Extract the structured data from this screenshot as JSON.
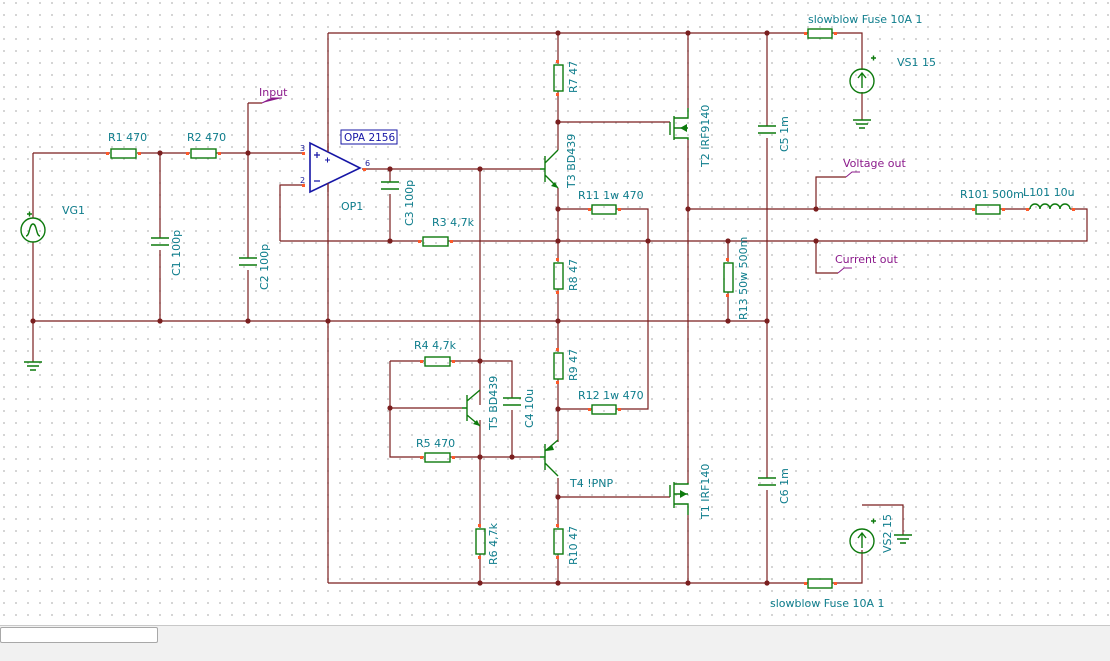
{
  "labels": {
    "vg1": "VG1",
    "r1": "R1 470",
    "r2": "R2 470",
    "c1": "C1 100p",
    "c2": "C2 100p",
    "input": "Input",
    "opa": "OPA 2156",
    "op1": "OP1",
    "pin3": "3",
    "pin2": "2",
    "pin6": "6",
    "c3": "C3 100p",
    "r3": "R3 4,7k",
    "r4": "R4 4,7k",
    "r5": "R5 470",
    "r6": "R6 4,7k",
    "t5": "T5 BD439",
    "c4": "C4 10u",
    "r7": "R7 47",
    "t3": "T3 BD439",
    "r11": "R11 1w 470",
    "r8": "R8 47",
    "r9": "R9 47",
    "r12": "R12 1w 470",
    "t4": "T4 !PNP",
    "r10": "R10 47",
    "t2": "T2 IRF9140",
    "t1": "T1 IRF140",
    "c5": "C5 1m",
    "c6": "C6 1m",
    "r13": "R13 50w 500m",
    "fuse_top": "slowblow Fuse 10A  1",
    "fuse_bottom": "slowblow Fuse 10A  1",
    "vs1": "VS1 15",
    "vs2": "VS2 15",
    "voltage_out": "Voltage out",
    "current_out": "Current out",
    "r101": "R101 500m",
    "l101": "L101 10u"
  },
  "colors": {
    "wire": "#7a1f1f",
    "component": "#0d7a0d",
    "label": "#0e7d8c",
    "port": "#8b1a8b",
    "opamp": "#1616a6"
  }
}
